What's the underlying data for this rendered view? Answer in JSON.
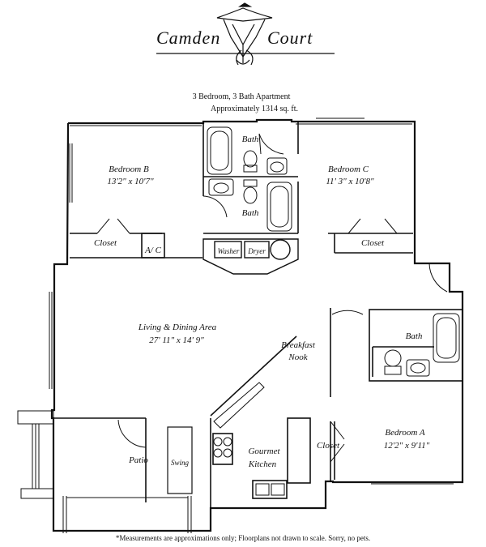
{
  "header": {
    "brand_left": "Camden",
    "brand_right": "Court",
    "unit_type": "3 Bedroom, 3  Bath Apartment",
    "area": "Approximately  1314 sq. ft."
  },
  "rooms": {
    "bedroom_b_name": "Bedroom B",
    "bedroom_b_size": "13'2\" x 10'7\"",
    "bedroom_c_name": "Bedroom C",
    "bedroom_c_size": "11' 3\" x 10'8\"",
    "bath_1": "Bath",
    "bath_2": "Bath",
    "bath_3": "Bath",
    "closet_b": "Closet",
    "closet_c": "Closet",
    "closet_a": "Closet",
    "ac": "A/ C",
    "washer": "Washer",
    "dryer": "Dryer",
    "living_name": "Living & Dining Area",
    "living_size": "27' 11\" x 14' 9\"",
    "breakfast_1": "Breakfast",
    "breakfast_2": "Nook",
    "bedroom_a_name": "Bedroom A",
    "bedroom_a_size": "12'2\" x 9'11\"",
    "patio": "Patio",
    "swing": "Swing",
    "kitchen_1": "Gourmet",
    "kitchen_2": "Kitchen"
  },
  "footer": {
    "disclaimer": "*Measurements are approximations only; Floorplans not drawn to scale. Sorry, no pets."
  }
}
